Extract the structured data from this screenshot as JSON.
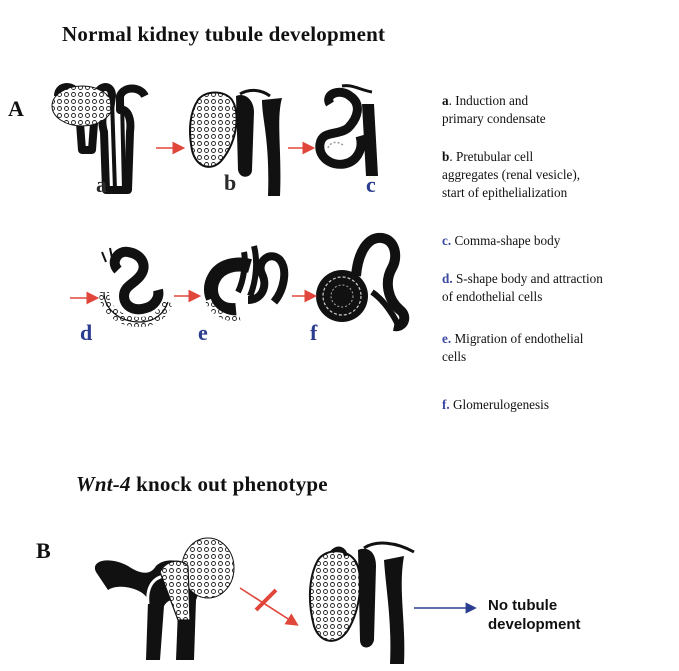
{
  "titles": {
    "normal": "Normal kidney tubule  development",
    "wnt_gene": "Wnt-4",
    "wnt_rest": " knock out  phenotype"
  },
  "panels": {
    "A": "A",
    "B": "B"
  },
  "stages": {
    "a": "a",
    "b": "b",
    "c": "c",
    "d": "d",
    "e": "e",
    "f": "f"
  },
  "legend": [
    {
      "key": "a",
      "sep": ". ",
      "text": "Induction and\nprimary condensate",
      "color": "#111111"
    },
    {
      "key": "b",
      "sep": ". ",
      "text": "Pretubular cell\naggregates (renal vesicle),\nstart of epithelialization",
      "color": "#111111"
    },
    {
      "key": "c.",
      "sep": " ",
      "text": "Comma-shape body",
      "color": "#3948a0"
    },
    {
      "key": "d.",
      "sep": " ",
      "text": "S-shape body and attraction\nof endothelial cells",
      "color": "#3948a0"
    },
    {
      "key": "e.",
      "sep": " ",
      "text": "Migration of endothelial\ncells",
      "color": "#3948a0"
    },
    {
      "key": "f.",
      "sep": " ",
      "text": "Glomerulogenesis",
      "color": "#3948a0"
    }
  ],
  "outcome": "No tubule\ndevelopment",
  "colors": {
    "arrow_red": "#e0463a",
    "arrow_navy": "#2b3d8f",
    "ink": "#111111"
  }
}
